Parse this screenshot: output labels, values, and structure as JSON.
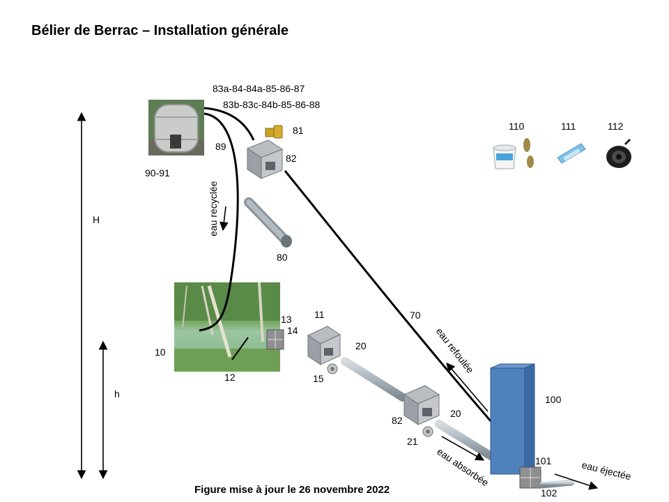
{
  "title": "Bélier de Berrac – Installation générale",
  "footer": "Figure mise à jour le 26 novembre 2022",
  "dimensions": {
    "H": "H",
    "h": "h"
  },
  "flows": {
    "recycled": "eau recyclée",
    "pumped": "eau refoulée",
    "absorbed": "eau absorbée",
    "ejected": "eau éjectée"
  },
  "parts": {
    "p10": "10",
    "p11": "11",
    "p12": "12",
    "p13": "13",
    "p14": "14",
    "p15": "15",
    "p20a": "20",
    "p20b": "20",
    "p21": "21",
    "p70": "70",
    "p80": "80",
    "p81": "81",
    "p82a": "82",
    "p82b": "82",
    "p89": "89",
    "p90_91": "90-91",
    "p100": "100",
    "p101": "101",
    "p102": "102",
    "p110": "110",
    "p111": "111",
    "p112": "112",
    "tank_list_1": "83a-84-84a-85-86-87",
    "tank_list_2": "83b-83c-84b-85-86-88"
  },
  "colors": {
    "ram_body": "#4f81bd",
    "pond_water": "#8ab58c",
    "pipe": "#aab4bc",
    "box": "#9aa0a6"
  }
}
